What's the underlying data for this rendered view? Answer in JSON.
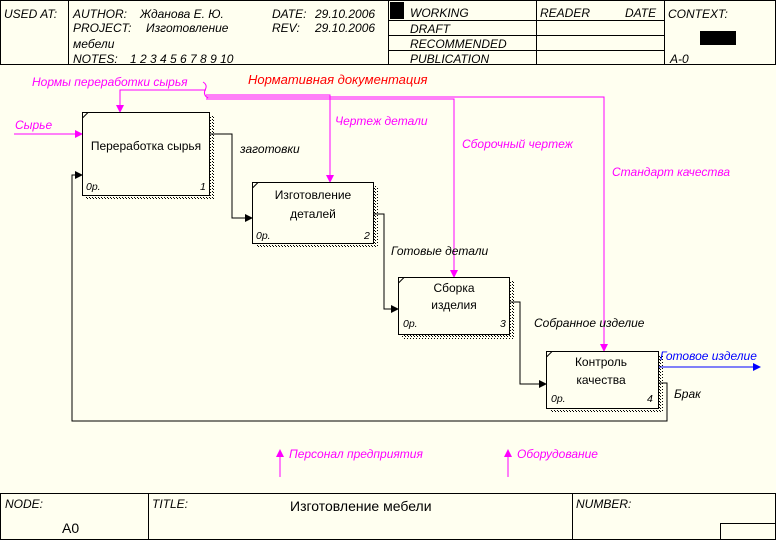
{
  "header": {
    "used_at": "USED AT:",
    "author_label": "AUTHOR:",
    "author_value": "Жданова Е. Ю.",
    "project_label": "PROJECT:",
    "project_value": "Изготовление",
    "project_value2": "мебели",
    "date_label": "DATE:",
    "date_value": "29.10.2006",
    "rev_label": "REV:",
    "rev_value": "29.10.2006",
    "notes_label": "NOTES:",
    "notes_value": "1  2  3  4  5  6  7  8  9  10",
    "status": [
      "WORKING",
      "DRAFT",
      "RECOMMENDED",
      "PUBLICATION"
    ],
    "reader_label": "READER",
    "reader_date_label": "DATE",
    "context_label": "CONTEXT:",
    "context_node": "A-0"
  },
  "boxes": [
    {
      "title_line1": "Переработка сырья",
      "title_line2": "",
      "cost": "0р.",
      "number": "1"
    },
    {
      "title_line1": "Изготовление",
      "title_line2": "деталей",
      "cost": "0р.",
      "number": "2"
    },
    {
      "title_line1": "Сборка",
      "title_line2": "изделия",
      "cost": "0р.",
      "number": "3"
    },
    {
      "title_line1": "Контроль",
      "title_line2": "качества",
      "cost": "0р.",
      "number": "4"
    }
  ],
  "arrows": {
    "raw_input": "Сырье",
    "raw_norms": "Нормы переработки сырья",
    "normative_docs": "Нормативная документация",
    "detail_drawing": "Чертеж детали",
    "assembly_drawing": "Сборочный чертеж",
    "quality_standard": "Стандарт качества",
    "blanks": "заготовки",
    "finished_parts": "Готовые детали",
    "assembled_product": "Собранное изделие",
    "finished_product": "Готовое изделие",
    "defect": "Брак",
    "personnel": "Персонал предприятия",
    "equipment": "Оборудование"
  },
  "colors": {
    "control": "#ff00ff",
    "output": "#0000ff",
    "group_label": "#ff0000",
    "line": "#000000"
  },
  "footer": {
    "node_label": "NODE:",
    "node_value": "A0",
    "title_label": "TITLE:",
    "title_value": "Изготовление мебели",
    "number_label": "NUMBER:"
  }
}
